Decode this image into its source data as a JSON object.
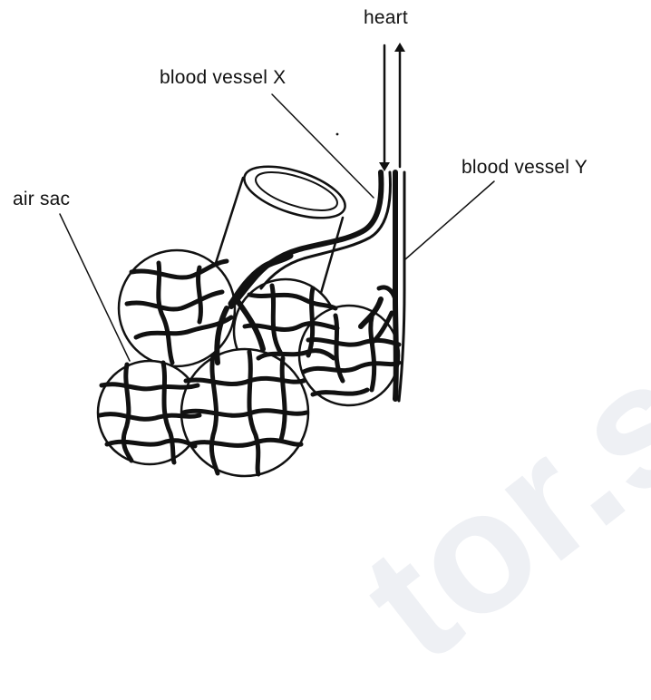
{
  "labels": {
    "heart": "heart",
    "blood_vessel_x": "blood vessel X",
    "blood_vessel_y": "blood vessel Y",
    "air_sac": "air sac"
  },
  "watermark": {
    "text": "tor.s"
  },
  "colors": {
    "ink": "#111111",
    "watermark": "#eef0f4",
    "background": "#ffffff"
  }
}
